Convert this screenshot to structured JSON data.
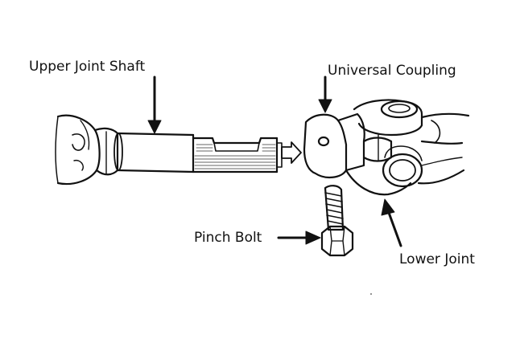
{
  "diagram": {
    "labels": {
      "upper_joint_shaft": "Upper Joint Shaft",
      "universal_coupling": "Universal Coupling",
      "pinch_bolt": "Pinch Bolt",
      "lower_joint": "Lower Joint"
    },
    "colors": {
      "ink": "#111111",
      "background": "#ffffff"
    }
  }
}
